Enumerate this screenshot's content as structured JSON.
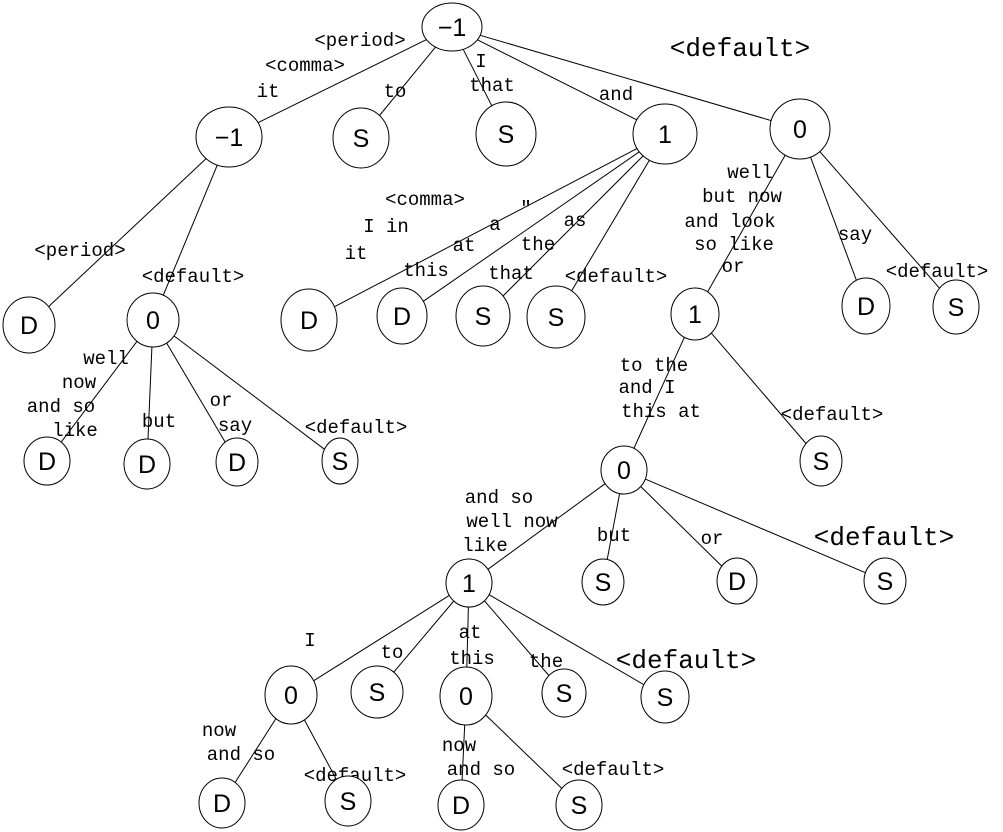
{
  "diagram": {
    "nodes": [
      {
        "id": "n1",
        "label": "−1"
      },
      {
        "id": "n2",
        "label": "−1"
      },
      {
        "id": "n3",
        "label": "S"
      },
      {
        "id": "n4",
        "label": "S"
      },
      {
        "id": "n5",
        "label": "1"
      },
      {
        "id": "n6",
        "label": "0"
      },
      {
        "id": "n7",
        "label": "D"
      },
      {
        "id": "n8",
        "label": "0"
      },
      {
        "id": "n9",
        "label": "D"
      },
      {
        "id": "n10",
        "label": "D"
      },
      {
        "id": "n11",
        "label": "S"
      },
      {
        "id": "n12",
        "label": "S"
      },
      {
        "id": "n13",
        "label": "1"
      },
      {
        "id": "n14",
        "label": "D"
      },
      {
        "id": "n15",
        "label": "S"
      },
      {
        "id": "n16",
        "label": "D"
      },
      {
        "id": "n17",
        "label": "D"
      },
      {
        "id": "n18",
        "label": "D"
      },
      {
        "id": "n19",
        "label": "S"
      },
      {
        "id": "n20",
        "label": "0"
      },
      {
        "id": "n21",
        "label": "S"
      },
      {
        "id": "n22",
        "label": "1"
      },
      {
        "id": "n23",
        "label": "S"
      },
      {
        "id": "n24",
        "label": "D"
      },
      {
        "id": "n25",
        "label": "S"
      },
      {
        "id": "n26",
        "label": "0"
      },
      {
        "id": "n27",
        "label": "S"
      },
      {
        "id": "n28",
        "label": "0"
      },
      {
        "id": "n29",
        "label": "S"
      },
      {
        "id": "n30",
        "label": "S"
      },
      {
        "id": "n31",
        "label": "D"
      },
      {
        "id": "n32",
        "label": "S"
      },
      {
        "id": "n33",
        "label": "D"
      },
      {
        "id": "n34",
        "label": "S"
      }
    ],
    "edges": [
      {
        "from": "n1",
        "to": "n2",
        "label": [
          "<period>",
          "<comma>",
          "it"
        ]
      },
      {
        "from": "n1",
        "to": "n3",
        "label": [
          "to"
        ]
      },
      {
        "from": "n1",
        "to": "n4",
        "label": [
          "I",
          "that"
        ]
      },
      {
        "from": "n1",
        "to": "n5",
        "label": [
          "and"
        ]
      },
      {
        "from": "n1",
        "to": "n6",
        "label": [
          "<default>"
        ]
      },
      {
        "from": "n2",
        "to": "n7",
        "label": [
          "<period>"
        ]
      },
      {
        "from": "n2",
        "to": "n8",
        "label": [
          "<default>"
        ]
      },
      {
        "from": "n5",
        "to": "n9",
        "label": [
          "<comma>",
          "I in",
          "it"
        ]
      },
      {
        "from": "n5",
        "to": "n10",
        "label": [
          "a",
          "at",
          "this"
        ]
      },
      {
        "from": "n5",
        "to": "n11",
        "label": [
          "\"",
          "as",
          "the",
          "that"
        ]
      },
      {
        "from": "n5",
        "to": "n12",
        "label": [
          "<default>"
        ]
      },
      {
        "from": "n6",
        "to": "n13",
        "label": [
          "well",
          "but now",
          "and look",
          "so like",
          "or"
        ]
      },
      {
        "from": "n6",
        "to": "n14",
        "label": [
          "say"
        ]
      },
      {
        "from": "n6",
        "to": "n15",
        "label": [
          "<default>"
        ]
      },
      {
        "from": "n8",
        "to": "n16",
        "label": [
          "well",
          "now",
          "and so",
          "like"
        ]
      },
      {
        "from": "n8",
        "to": "n17",
        "label": [
          "but"
        ]
      },
      {
        "from": "n8",
        "to": "n18",
        "label": [
          "or",
          "say"
        ]
      },
      {
        "from": "n8",
        "to": "n19",
        "label": [
          "<default>"
        ]
      },
      {
        "from": "n13",
        "to": "n20",
        "label": [
          "to the",
          "and I",
          "this at"
        ]
      },
      {
        "from": "n13",
        "to": "n21",
        "label": [
          "<default>"
        ]
      },
      {
        "from": "n20",
        "to": "n22",
        "label": [
          "and so",
          "well now",
          "like"
        ]
      },
      {
        "from": "n20",
        "to": "n23",
        "label": [
          "but"
        ]
      },
      {
        "from": "n20",
        "to": "n24",
        "label": [
          "or"
        ]
      },
      {
        "from": "n20",
        "to": "n25",
        "label": [
          "<default>"
        ]
      },
      {
        "from": "n22",
        "to": "n26",
        "label": [
          "I"
        ]
      },
      {
        "from": "n22",
        "to": "n27",
        "label": [
          "to"
        ]
      },
      {
        "from": "n22",
        "to": "n28",
        "label": [
          "at",
          "this"
        ]
      },
      {
        "from": "n22",
        "to": "n29",
        "label": [
          "the"
        ]
      },
      {
        "from": "n22",
        "to": "n30",
        "label": [
          "<default>"
        ]
      },
      {
        "from": "n26",
        "to": "n31",
        "label": [
          "now",
          "and so"
        ]
      },
      {
        "from": "n26",
        "to": "n32",
        "label": [
          "<default>"
        ]
      },
      {
        "from": "n28",
        "to": "n33",
        "label": [
          "now",
          "and so"
        ]
      },
      {
        "from": "n28",
        "to": "n34",
        "label": [
          "<default>"
        ]
      }
    ]
  }
}
